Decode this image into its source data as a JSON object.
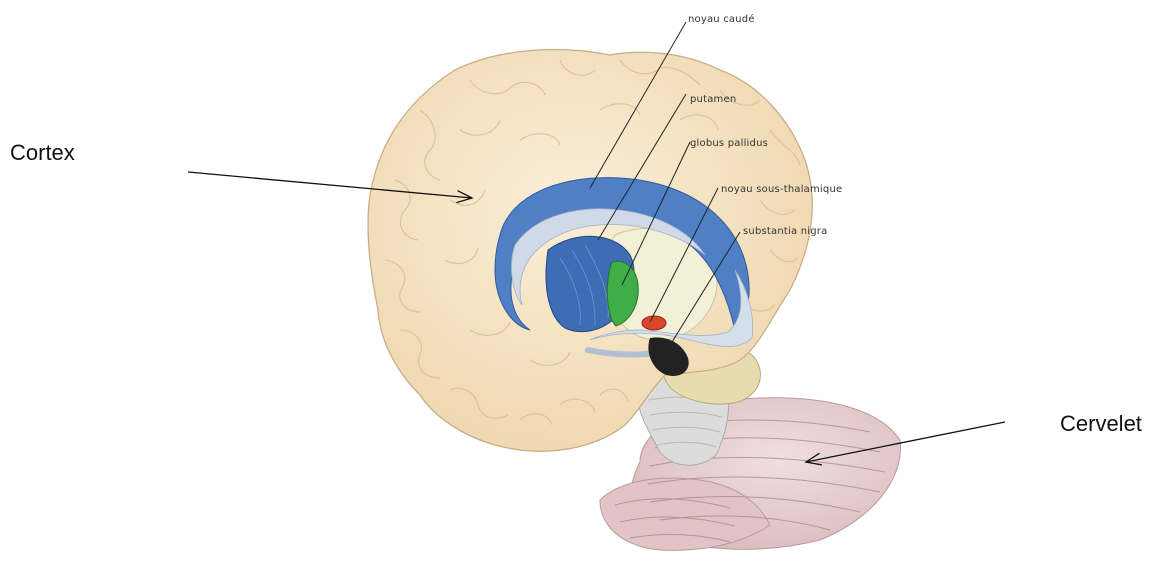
{
  "labels": {
    "cortex": "Cortex",
    "cervelet": "Cervelet"
  },
  "structures": {
    "caude": "noyau caudé",
    "putamen": "putamen",
    "pallidus": "globus pallidus",
    "sous_thalamique": "noyau sous-thalamique",
    "nigra": "substantia nigra"
  },
  "colors": {
    "cortex": "#f5e3c3",
    "cortex_outline": "#c9ae85",
    "caudate": "#4f7fc4",
    "putamen": "#3f6db5",
    "pallidus": "#3fae49",
    "subthalamic": "#d9472b",
    "nigra": "#222222",
    "brainstem": "#e3d7a8",
    "cerebellum": "#e6cfd0",
    "thalamus": "#f3f0d8"
  }
}
